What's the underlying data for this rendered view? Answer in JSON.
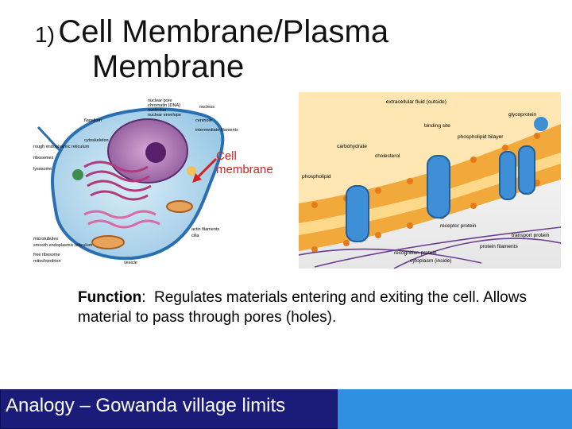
{
  "title": {
    "number": "1)",
    "line1": "Cell Membrane/Plasma",
    "line2": "Membrane"
  },
  "cell_figure": {
    "labels": {
      "nuclear_pore": "nuclear pore",
      "chromatin": "chromatin (DNA)",
      "nucleolus": "nucleolus",
      "nuclear_envelope": "nuclear envelope",
      "nucleus": "nucleus",
      "centriole": "centriole",
      "flagellum": "flagellum",
      "intermediate_filaments": "intermediate filaments",
      "cytoskeleton": "cytoskeleton",
      "rough_er": "rough endoplasmic reticulum",
      "ribosomes": "ribosomes",
      "lysosome": "lysosome",
      "microtubules": "microtubules",
      "smooth_er": "smooth endoplasmic reticulum",
      "free_ribosome": "free ribosome",
      "mitochondrion": "mitochondrion",
      "actin_filaments": "actin filaments",
      "cilia": "cilia",
      "vesicle": "vesicle"
    },
    "callout": {
      "line1": "Cell",
      "line2": "membrane"
    }
  },
  "membrane_figure": {
    "labels": {
      "extracellular": "extracellular fluid (outside)",
      "glycoprotein": "glycoprotein",
      "binding_site": "binding site",
      "phospholipid_bilayer": "phospholipid bilayer",
      "carbohydrate": "carbohydrate",
      "cholesterol": "cholesterol",
      "phospholipid": "phospholipid",
      "receptor_protein": "receptor protein",
      "transport_protein": "transport protein",
      "protein_filaments": "protein filaments",
      "recognition_protein": "recognition protein",
      "cytoplasm": "cytoplasm (inside)"
    }
  },
  "function_text": {
    "label": "Function",
    "sep": ":",
    "body": "Regulates materials entering and exiting the cell. Allows material to pass through pores (holes)."
  },
  "analogy": "Analogy – Gowanda village limits"
}
